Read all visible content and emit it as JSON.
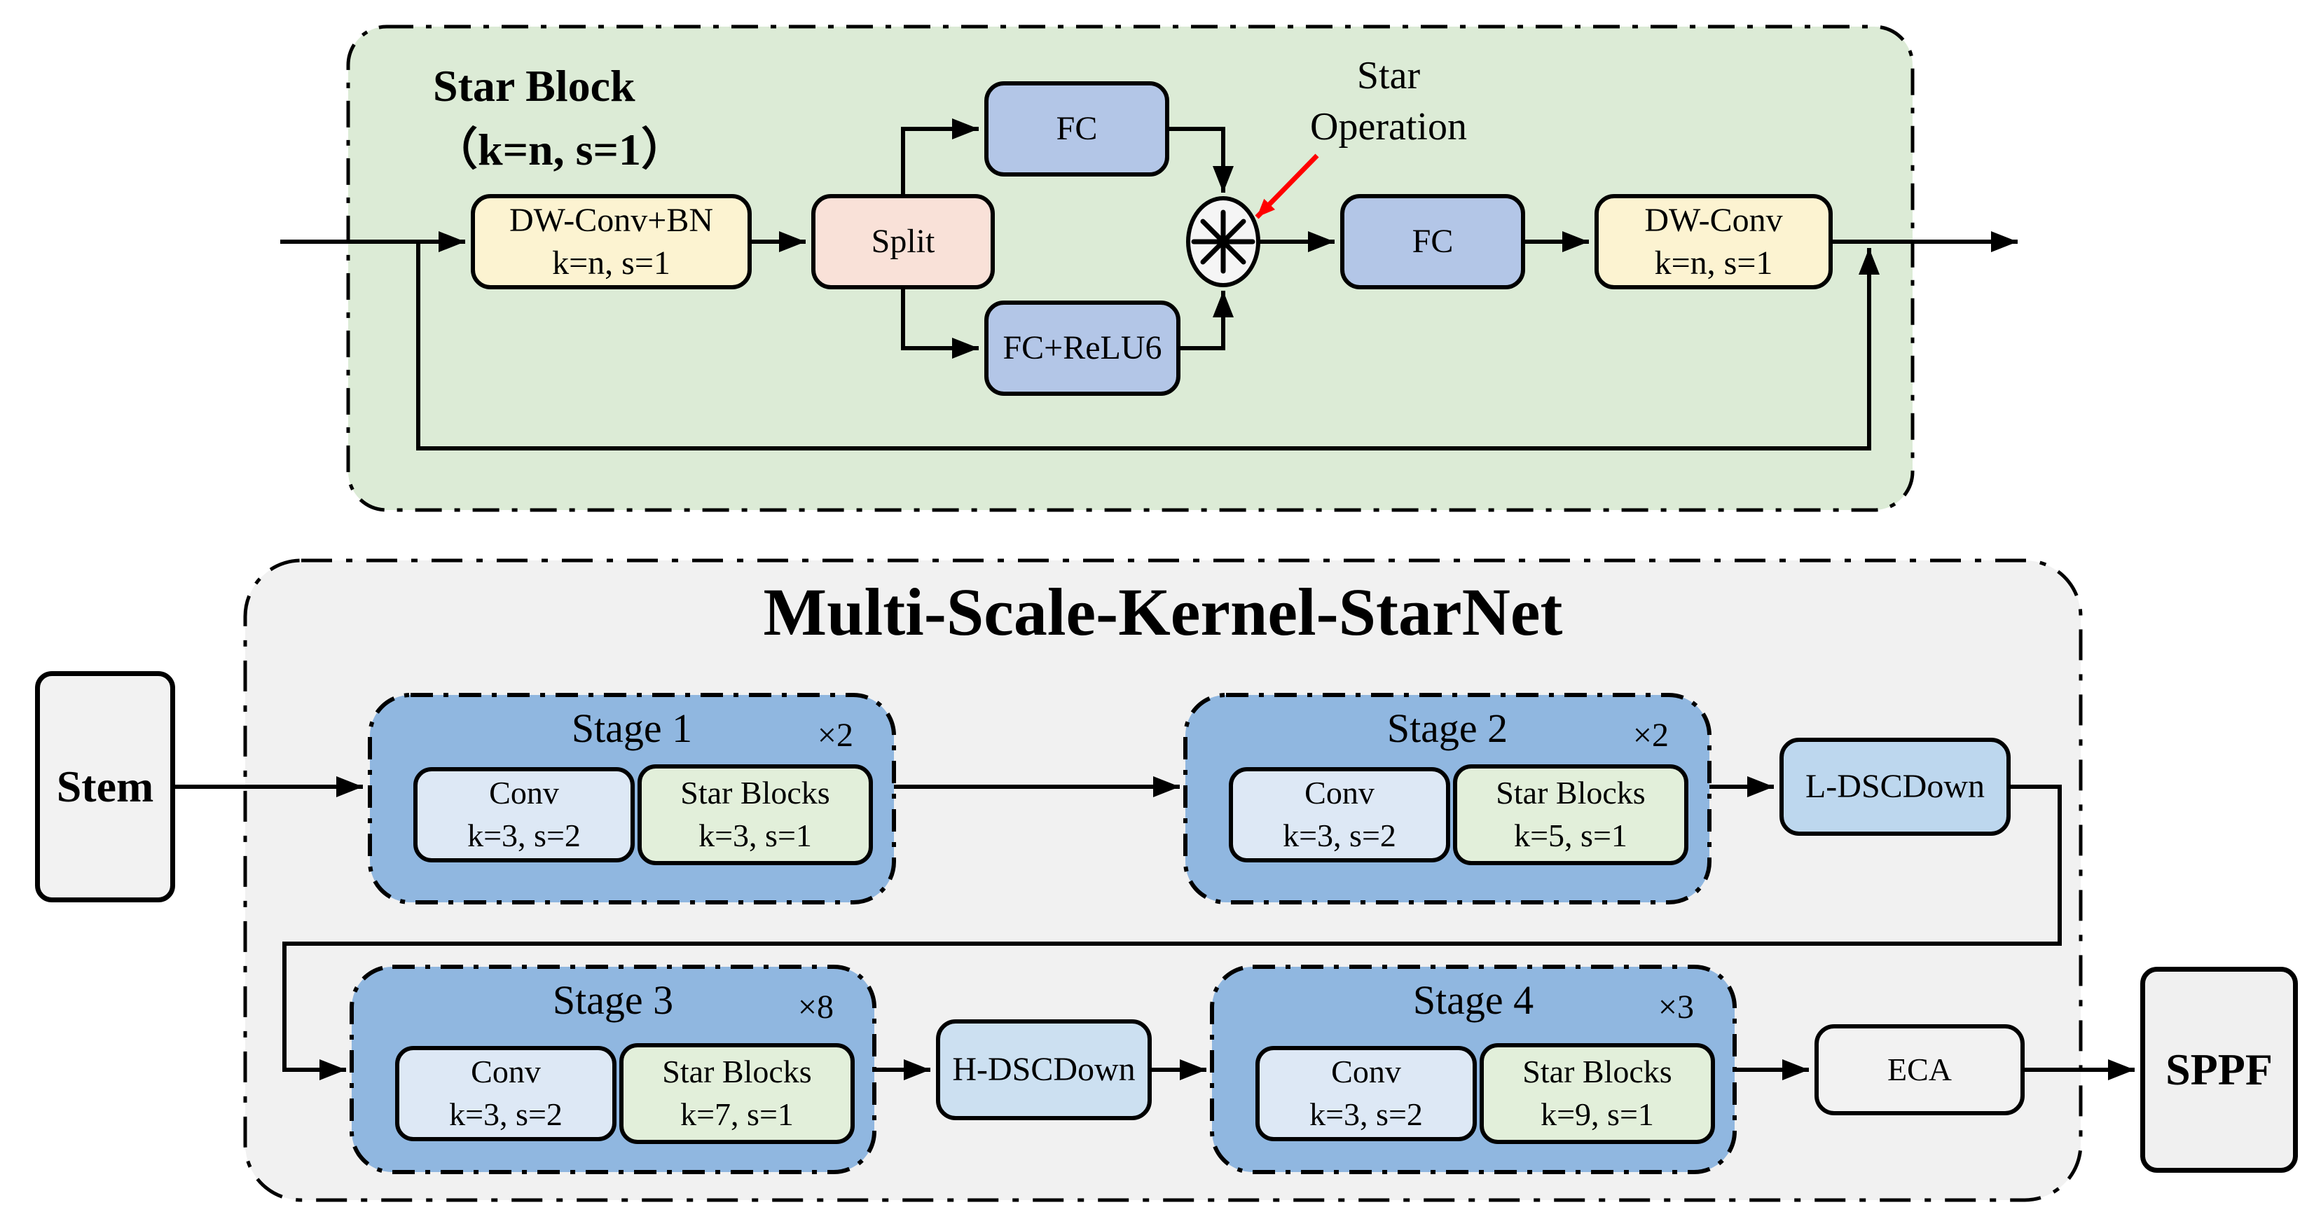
{
  "star_block": {
    "title_line1": "Star Block",
    "title_line2": "（k=n, s=1）",
    "dw_bn_line1": "DW-Conv+BN",
    "dw_bn_line2": "k=n, s=1",
    "split_label": "Split",
    "fc_top_label": "FC",
    "fc_relu_label": "FC+ReLU6",
    "star_op_line1": "Star",
    "star_op_line2": "Operation",
    "fc_right_label": "FC",
    "dw_out_line1": "DW-Conv",
    "dw_out_line2": "k=n, s=1"
  },
  "network": {
    "title": "Multi-Scale-Kernel-StarNet",
    "stem_label": "Stem",
    "stages": [
      {
        "name": "Stage 1",
        "repeat": "×2",
        "conv_line1": "Conv",
        "conv_line2": "k=3, s=2",
        "star_line1": "Star Blocks",
        "star_line2": "k=3, s=1"
      },
      {
        "name": "Stage 2",
        "repeat": "×2",
        "conv_line1": "Conv",
        "conv_line2": "k=3, s=2",
        "star_line1": "Star Blocks",
        "star_line2": "k=5, s=1"
      },
      {
        "name": "Stage 3",
        "repeat": "×8",
        "conv_line1": "Conv",
        "conv_line2": "k=3, s=2",
        "star_line1": "Star Blocks",
        "star_line2": "k=7, s=1"
      },
      {
        "name": "Stage 4",
        "repeat": "×3",
        "conv_line1": "Conv",
        "conv_line2": "k=3, s=2",
        "star_line1": "Star Blocks",
        "star_line2": "k=9, s=1"
      }
    ],
    "l_dscdown_label": "L-DSCDown",
    "h_dscdown_label": "H-DSCDown",
    "eca_label": "ECA",
    "sppf_label": "SPPF"
  },
  "colors": {
    "star_container_bg": "#DCEBD6",
    "network_container_bg": "#F1F1F1",
    "stage_bg": "#90B7E0",
    "conv_box_bg": "#DDE8F5",
    "star_blocks_box_bg": "#E2EFDA",
    "dw_conv_box_bg": "#FCF3D1",
    "split_box_bg": "#F9E1D8",
    "fc_box_bg": "#B3C6E7",
    "l_dscdown_bg": "#BDD7EE",
    "h_dscdown_bg": "#CCE0F1",
    "neutral_box_bg": "#F2F2F2",
    "annotation_arrow": "#FF0000",
    "line": "#000000"
  }
}
